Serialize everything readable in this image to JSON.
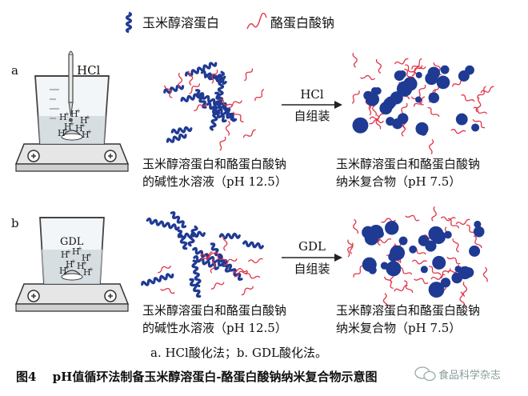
{
  "legend": {
    "zein": "玉米醇溶蛋白",
    "caseinate": "酪蛋白酸钠"
  },
  "panel_a": {
    "letter": "a",
    "reagent": "HCl",
    "arrow_top": "HCl",
    "arrow_bottom": "自组装",
    "left_caption": [
      "玉米醇溶蛋白和酪蛋白酸钠",
      "的碱性水溶液（pH 12.5）"
    ],
    "right_caption": [
      "玉米醇溶蛋白和酪蛋白酸钠",
      "纳米复合物（pH 7.5）"
    ]
  },
  "panel_b": {
    "letter": "b",
    "reagent": "GDL",
    "arrow_top": "GDL",
    "arrow_bottom": "自组装",
    "left_caption": [
      "玉米醇溶蛋白和酪蛋白酸钠",
      "的碱性水溶液（pH 12.5）"
    ],
    "right_caption": [
      "玉米醇溶蛋白和酪蛋白酸钠",
      "纳米复合物（pH 7.5）"
    ]
  },
  "subcaption": "a. HCl酸化法；b. GDL酸化法。",
  "figure_title": "图4　 pH值循环法制备玉米醇溶蛋白-酪蛋白酸钠纳米复合物示意图",
  "watermark": "食品科学杂志",
  "colors": {
    "zein": "#1f3a93",
    "caseinate": "#e0354a",
    "ink": "#111111"
  }
}
